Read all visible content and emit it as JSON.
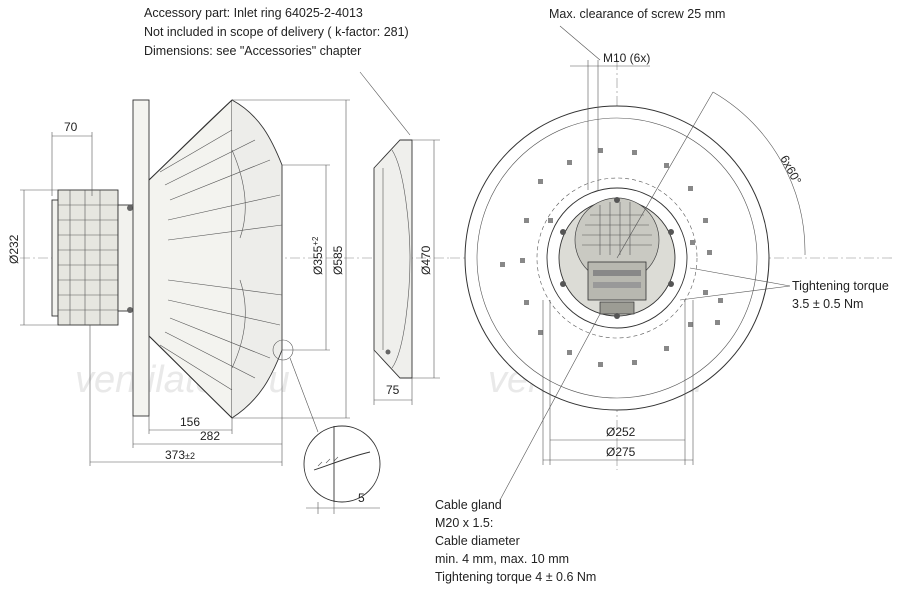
{
  "watermark": "ventilatory.ru",
  "notes": {
    "accessory_line1": "Accessory part: Inlet ring 64025-2-4013",
    "accessory_line2": "Not included in scope of delivery ( k-factor: 281)",
    "accessory_line3": "Dimensions: see \"Accessories\" chapter",
    "clearance": "Max. clearance of screw 25 mm",
    "torque_line1": "Tightening torque",
    "torque_line2": "3.5 ± 0.5 Nm",
    "gland_line1": "Cable gland",
    "gland_line2": "M20 x 1.5:",
    "gland_line3": "Cable diameter",
    "gland_line4": "min. 4 mm, max. 10 mm",
    "gland_line5": "Tightening torque 4 ± 0.6 Nm"
  },
  "dimensions": {
    "d70": "70",
    "d232": "Ø232",
    "d355": "Ø355",
    "d355_tol": "+2",
    "d585": "Ø585",
    "d470": "Ø470",
    "d75": "75",
    "d156": "156",
    "d282": "282",
    "d373": "373",
    "d373_tol": "±2",
    "d5": "5",
    "m10": "M10 (6x)",
    "angle": "6x60°",
    "d252": "Ø252",
    "d275": "Ø275"
  }
}
